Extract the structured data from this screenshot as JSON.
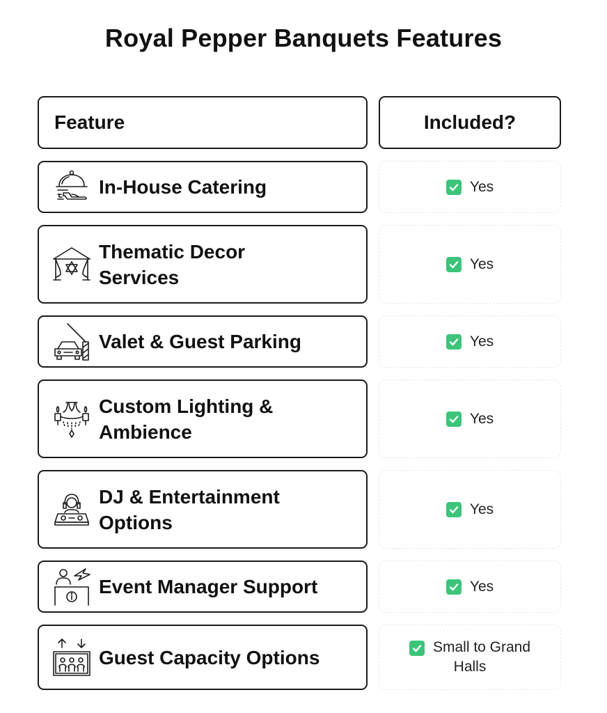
{
  "title": "Royal Pepper Banquets Features",
  "headers": {
    "feature": "Feature",
    "included": "Included?"
  },
  "rows": [
    {
      "icon": "cloche-icon",
      "feature": "In-House Catering",
      "included": "Yes",
      "check": "check-icon"
    },
    {
      "icon": "tent-decor-icon",
      "feature": "Thematic Decor Services",
      "included": "Yes",
      "check": "check-icon"
    },
    {
      "icon": "car-barrier-icon",
      "feature": "Valet & Guest Parking",
      "included": "Yes",
      "check": "check-icon"
    },
    {
      "icon": "chandelier-icon",
      "feature": "Custom Lighting & Ambience",
      "included": "Yes",
      "check": "check-icon"
    },
    {
      "icon": "dj-console-icon",
      "feature": "DJ & Entertainment Options",
      "included": "Yes",
      "check": "check-icon"
    },
    {
      "icon": "event-manager-icon",
      "feature": "Event Manager Support",
      "included": "Yes",
      "check": "check-icon"
    },
    {
      "icon": "guest-capacity-icon",
      "feature": "Guest Capacity Options",
      "included": "Small to Grand Halls",
      "check": "check-icon"
    }
  ],
  "colors": {
    "check_background": "#3cc57a",
    "border": "#1a1a1a"
  }
}
